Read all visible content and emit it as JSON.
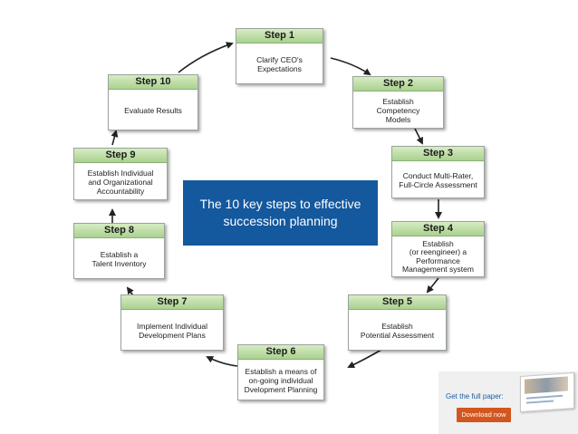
{
  "steps": [
    {
      "title": "Step 1",
      "text": "Clarify CEO's\nExpectations"
    },
    {
      "title": "Step 2",
      "text": "Establish\nCompetency\nModels"
    },
    {
      "title": "Step 3",
      "text": "Conduct Multi-Rater,\nFull-Circle Assessment"
    },
    {
      "title": "Step 4",
      "text": "Establish\n(or reengineer) a\nPerformance\nManagement system"
    },
    {
      "title": "Step 5",
      "text": "Establish\nPotential Assessment"
    },
    {
      "title": "Step 6",
      "text": "Establish a means of\non-going individual\nDvelopment Planning"
    },
    {
      "title": "Step 7",
      "text": "Implement Individual\nDevelopment Plans"
    },
    {
      "title": "Step 8",
      "text": "Establish a\nTalent Inventory"
    },
    {
      "title": "Step 9",
      "text": "Establish Individual\nand Organizational\nAccountability"
    },
    {
      "title": "Step 10",
      "text": "Evaluate Results"
    }
  ],
  "center_caption": "The 10 key steps to effective succession planning",
  "promo": {
    "get_text": "Get the full paper:",
    "button_label": "Download now"
  },
  "colors": {
    "header_green": "#a9d18e",
    "caption_blue": "#14589e",
    "download_orange": "#d2561d"
  }
}
